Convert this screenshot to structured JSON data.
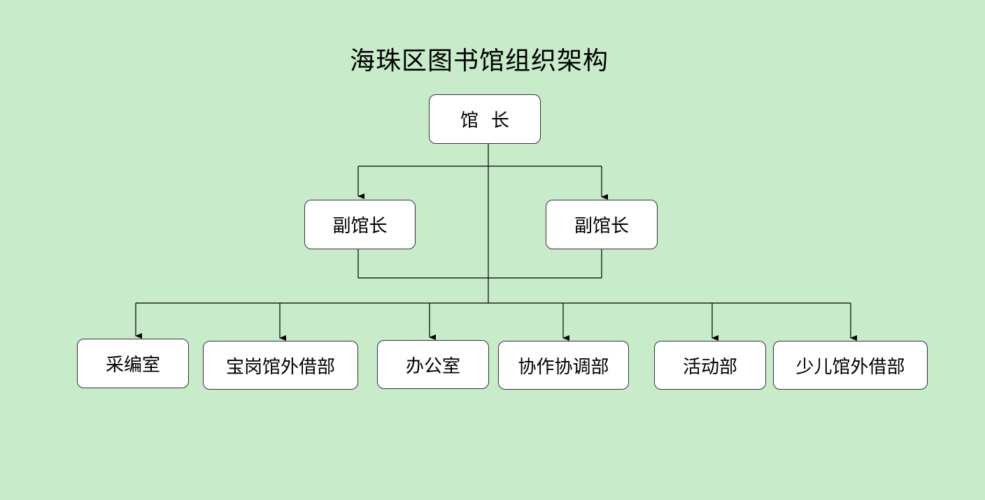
{
  "title": "海珠区图书馆组织架构",
  "director": "馆长",
  "deputies": [
    "副馆长",
    "副馆长"
  ],
  "departments": [
    "采编室",
    "宝岗馆外借部",
    "办公室",
    "协作协调部",
    "活动部",
    "少儿馆外借部"
  ]
}
